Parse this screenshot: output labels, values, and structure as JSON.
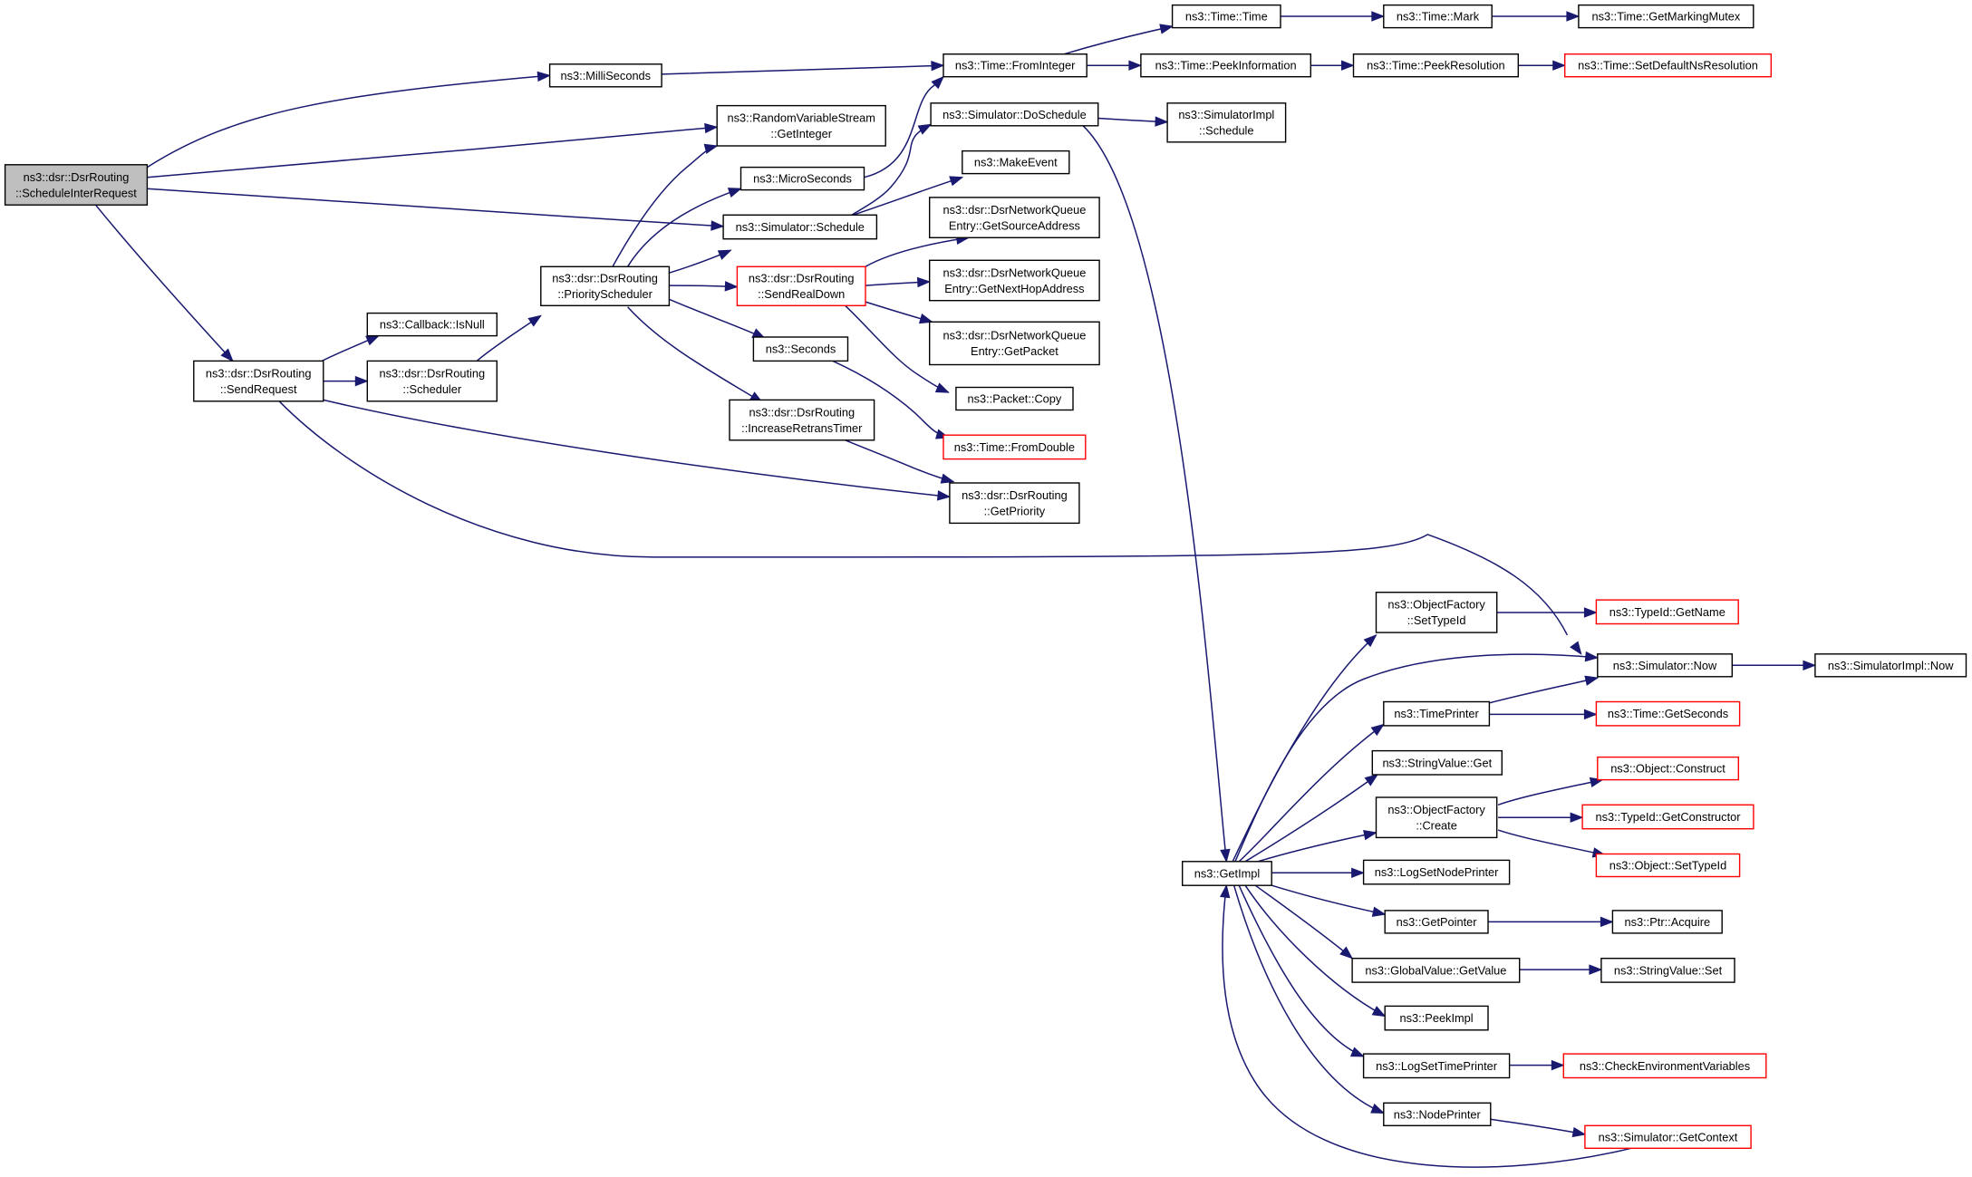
{
  "colors": {
    "edge": "#191970",
    "node_border": "#000000",
    "node_border_truncated": "#ff0000",
    "root_fill": "#bfbfbf",
    "node_fill": "#ffffff"
  },
  "nodes": [
    {
      "id": "schedule_inter_request",
      "lines": [
        "ns3::dsr::DsrRouting",
        "::ScheduleInterRequest"
      ],
      "style": "root"
    },
    {
      "id": "milli_seconds",
      "lines": [
        "ns3::MilliSeconds"
      ],
      "style": "normal"
    },
    {
      "id": "rvs_get_integer",
      "lines": [
        "ns3::RandomVariableStream",
        "::GetInteger"
      ],
      "style": "normal"
    },
    {
      "id": "micro_seconds",
      "lines": [
        "ns3::MicroSeconds"
      ],
      "style": "normal"
    },
    {
      "id": "simulator_schedule",
      "lines": [
        "ns3::Simulator::Schedule"
      ],
      "style": "normal"
    },
    {
      "id": "time_from_integer",
      "lines": [
        "ns3::Time::FromInteger"
      ],
      "style": "normal"
    },
    {
      "id": "time_time",
      "lines": [
        "ns3::Time::Time"
      ],
      "style": "normal"
    },
    {
      "id": "time_mark",
      "lines": [
        "ns3::Time::Mark"
      ],
      "style": "normal"
    },
    {
      "id": "time_get_marking_mutex",
      "lines": [
        "ns3::Time::GetMarkingMutex"
      ],
      "style": "normal"
    },
    {
      "id": "time_peek_information",
      "lines": [
        "ns3::Time::PeekInformation"
      ],
      "style": "normal"
    },
    {
      "id": "time_peek_resolution",
      "lines": [
        "ns3::Time::PeekResolution"
      ],
      "style": "normal"
    },
    {
      "id": "time_set_default_ns_resolution",
      "lines": [
        "ns3::Time::SetDefaultNsResolution"
      ],
      "style": "truncated"
    },
    {
      "id": "simulator_do_schedule",
      "lines": [
        "ns3::Simulator::DoSchedule"
      ],
      "style": "normal"
    },
    {
      "id": "simulator_impl_schedule",
      "lines": [
        "ns3::SimulatorImpl",
        "::Schedule"
      ],
      "style": "normal"
    },
    {
      "id": "make_event",
      "lines": [
        "ns3::MakeEvent"
      ],
      "style": "normal"
    },
    {
      "id": "get_source_address",
      "lines": [
        "ns3::dsr::DsrNetworkQueue",
        "Entry::GetSourceAddress"
      ],
      "style": "normal"
    },
    {
      "id": "priority_scheduler",
      "lines": [
        "ns3::dsr::DsrRouting",
        "::PriorityScheduler"
      ],
      "style": "normal"
    },
    {
      "id": "send_real_down",
      "lines": [
        "ns3::dsr::DsrRouting",
        "::SendRealDown"
      ],
      "style": "truncated"
    },
    {
      "id": "get_next_hop_address",
      "lines": [
        "ns3::dsr::DsrNetworkQueue",
        "Entry::GetNextHopAddress"
      ],
      "style": "normal"
    },
    {
      "id": "callback_is_null",
      "lines": [
        "ns3::Callback::IsNull"
      ],
      "style": "normal"
    },
    {
      "id": "get_packet",
      "lines": [
        "ns3::dsr::DsrNetworkQueue",
        "Entry::GetPacket"
      ],
      "style": "normal"
    },
    {
      "id": "seconds",
      "lines": [
        "ns3::Seconds"
      ],
      "style": "normal"
    },
    {
      "id": "send_request",
      "lines": [
        "ns3::dsr::DsrRouting",
        "::SendRequest"
      ],
      "style": "normal"
    },
    {
      "id": "scheduler",
      "lines": [
        "ns3::dsr::DsrRouting",
        "::Scheduler"
      ],
      "style": "normal"
    },
    {
      "id": "packet_copy",
      "lines": [
        "ns3::Packet::Copy"
      ],
      "style": "normal"
    },
    {
      "id": "increase_retrans_timer",
      "lines": [
        "ns3::dsr::DsrRouting",
        "::IncreaseRetransTimer"
      ],
      "style": "normal"
    },
    {
      "id": "time_from_double",
      "lines": [
        "ns3::Time::FromDouble"
      ],
      "style": "truncated"
    },
    {
      "id": "get_priority",
      "lines": [
        "ns3::dsr::DsrRouting",
        "::GetPriority"
      ],
      "style": "normal"
    },
    {
      "id": "object_factory_set_type_id",
      "lines": [
        "ns3::ObjectFactory",
        "::SetTypeId"
      ],
      "style": "normal"
    },
    {
      "id": "type_id_get_name",
      "lines": [
        "ns3::TypeId::GetName"
      ],
      "style": "truncated"
    },
    {
      "id": "simulator_now",
      "lines": [
        "ns3::Simulator::Now"
      ],
      "style": "normal"
    },
    {
      "id": "simulator_impl_now",
      "lines": [
        "ns3::SimulatorImpl::Now"
      ],
      "style": "normal"
    },
    {
      "id": "time_printer",
      "lines": [
        "ns3::TimePrinter"
      ],
      "style": "normal"
    },
    {
      "id": "time_get_seconds",
      "lines": [
        "ns3::Time::GetSeconds"
      ],
      "style": "truncated"
    },
    {
      "id": "string_value_get",
      "lines": [
        "ns3::StringValue::Get"
      ],
      "style": "normal"
    },
    {
      "id": "object_construct",
      "lines": [
        "ns3::Object::Construct"
      ],
      "style": "truncated"
    },
    {
      "id": "object_factory_create",
      "lines": [
        "ns3::ObjectFactory",
        "::Create"
      ],
      "style": "normal"
    },
    {
      "id": "type_id_get_constructor",
      "lines": [
        "ns3::TypeId::GetConstructor"
      ],
      "style": "truncated"
    },
    {
      "id": "object_set_type_id",
      "lines": [
        "ns3::Object::SetTypeId"
      ],
      "style": "truncated"
    },
    {
      "id": "get_impl",
      "lines": [
        "ns3::GetImpl"
      ],
      "style": "normal"
    },
    {
      "id": "log_set_node_printer",
      "lines": [
        "ns3::LogSetNodePrinter"
      ],
      "style": "normal"
    },
    {
      "id": "get_pointer",
      "lines": [
        "ns3::GetPointer"
      ],
      "style": "normal"
    },
    {
      "id": "ptr_acquire",
      "lines": [
        "ns3::Ptr::Acquire"
      ],
      "style": "normal"
    },
    {
      "id": "global_value_get_value",
      "lines": [
        "ns3::GlobalValue::GetValue"
      ],
      "style": "normal"
    },
    {
      "id": "string_value_set",
      "lines": [
        "ns3::StringValue::Set"
      ],
      "style": "normal"
    },
    {
      "id": "peek_impl",
      "lines": [
        "ns3::PeekImpl"
      ],
      "style": "normal"
    },
    {
      "id": "log_set_time_printer",
      "lines": [
        "ns3::LogSetTimePrinter"
      ],
      "style": "normal"
    },
    {
      "id": "check_environment_variables",
      "lines": [
        "ns3::CheckEnvironmentVariables"
      ],
      "style": "truncated"
    },
    {
      "id": "node_printer",
      "lines": [
        "ns3::NodePrinter"
      ],
      "style": "normal"
    },
    {
      "id": "simulator_get_context",
      "lines": [
        "ns3::Simulator::GetContext"
      ],
      "style": "truncated"
    }
  ],
  "edges": [
    {
      "from": "schedule_inter_request",
      "to": "milli_seconds"
    },
    {
      "from": "schedule_inter_request",
      "to": "rvs_get_integer"
    },
    {
      "from": "schedule_inter_request",
      "to": "simulator_schedule"
    },
    {
      "from": "schedule_inter_request",
      "to": "send_request"
    },
    {
      "from": "milli_seconds",
      "to": "time_from_integer"
    },
    {
      "from": "micro_seconds",
      "to": "time_from_integer"
    },
    {
      "from": "time_from_integer",
      "to": "time_time"
    },
    {
      "from": "time_from_integer",
      "to": "time_peek_information"
    },
    {
      "from": "time_time",
      "to": "time_mark"
    },
    {
      "from": "time_mark",
      "to": "time_get_marking_mutex"
    },
    {
      "from": "time_peek_information",
      "to": "time_peek_resolution"
    },
    {
      "from": "time_peek_resolution",
      "to": "time_set_default_ns_resolution"
    },
    {
      "from": "simulator_schedule",
      "to": "simulator_do_schedule"
    },
    {
      "from": "simulator_schedule",
      "to": "make_event"
    },
    {
      "from": "simulator_do_schedule",
      "to": "simulator_impl_schedule"
    },
    {
      "from": "simulator_do_schedule",
      "to": "get_impl"
    },
    {
      "from": "priority_scheduler",
      "to": "rvs_get_integer"
    },
    {
      "from": "priority_scheduler",
      "to": "micro_seconds"
    },
    {
      "from": "priority_scheduler",
      "to": "simulator_schedule"
    },
    {
      "from": "priority_scheduler",
      "to": "send_real_down"
    },
    {
      "from": "priority_scheduler",
      "to": "seconds"
    },
    {
      "from": "priority_scheduler",
      "to": "increase_retrans_timer"
    },
    {
      "from": "send_real_down",
      "to": "get_source_address"
    },
    {
      "from": "send_real_down",
      "to": "get_next_hop_address"
    },
    {
      "from": "send_real_down",
      "to": "get_packet"
    },
    {
      "from": "send_real_down",
      "to": "packet_copy"
    },
    {
      "from": "seconds",
      "to": "time_from_double"
    },
    {
      "from": "increase_retrans_timer",
      "to": "get_priority"
    },
    {
      "from": "send_request",
      "to": "callback_is_null"
    },
    {
      "from": "send_request",
      "to": "scheduler"
    },
    {
      "from": "send_request",
      "to": "get_priority"
    },
    {
      "from": "send_request",
      "to": "simulator_now"
    },
    {
      "from": "scheduler",
      "to": "priority_scheduler"
    },
    {
      "from": "object_factory_set_type_id",
      "to": "type_id_get_name"
    },
    {
      "from": "simulator_now",
      "to": "simulator_impl_now"
    },
    {
      "from": "time_printer",
      "to": "simulator_now"
    },
    {
      "from": "time_printer",
      "to": "time_get_seconds"
    },
    {
      "from": "object_factory_create",
      "to": "object_construct"
    },
    {
      "from": "object_factory_create",
      "to": "type_id_get_constructor"
    },
    {
      "from": "object_factory_create",
      "to": "object_set_type_id"
    },
    {
      "from": "get_impl",
      "to": "object_factory_set_type_id"
    },
    {
      "from": "get_impl",
      "to": "simulator_now"
    },
    {
      "from": "get_impl",
      "to": "time_printer"
    },
    {
      "from": "get_impl",
      "to": "string_value_get"
    },
    {
      "from": "get_impl",
      "to": "object_factory_create"
    },
    {
      "from": "get_impl",
      "to": "log_set_node_printer"
    },
    {
      "from": "get_impl",
      "to": "get_pointer"
    },
    {
      "from": "get_impl",
      "to": "global_value_get_value"
    },
    {
      "from": "get_impl",
      "to": "peek_impl"
    },
    {
      "from": "get_impl",
      "to": "log_set_time_printer"
    },
    {
      "from": "get_impl",
      "to": "node_printer"
    },
    {
      "from": "get_pointer",
      "to": "ptr_acquire"
    },
    {
      "from": "global_value_get_value",
      "to": "string_value_set"
    },
    {
      "from": "log_set_time_printer",
      "to": "check_environment_variables"
    },
    {
      "from": "node_printer",
      "to": "simulator_get_context"
    },
    {
      "from": "simulator_get_context",
      "to": "get_impl"
    }
  ]
}
